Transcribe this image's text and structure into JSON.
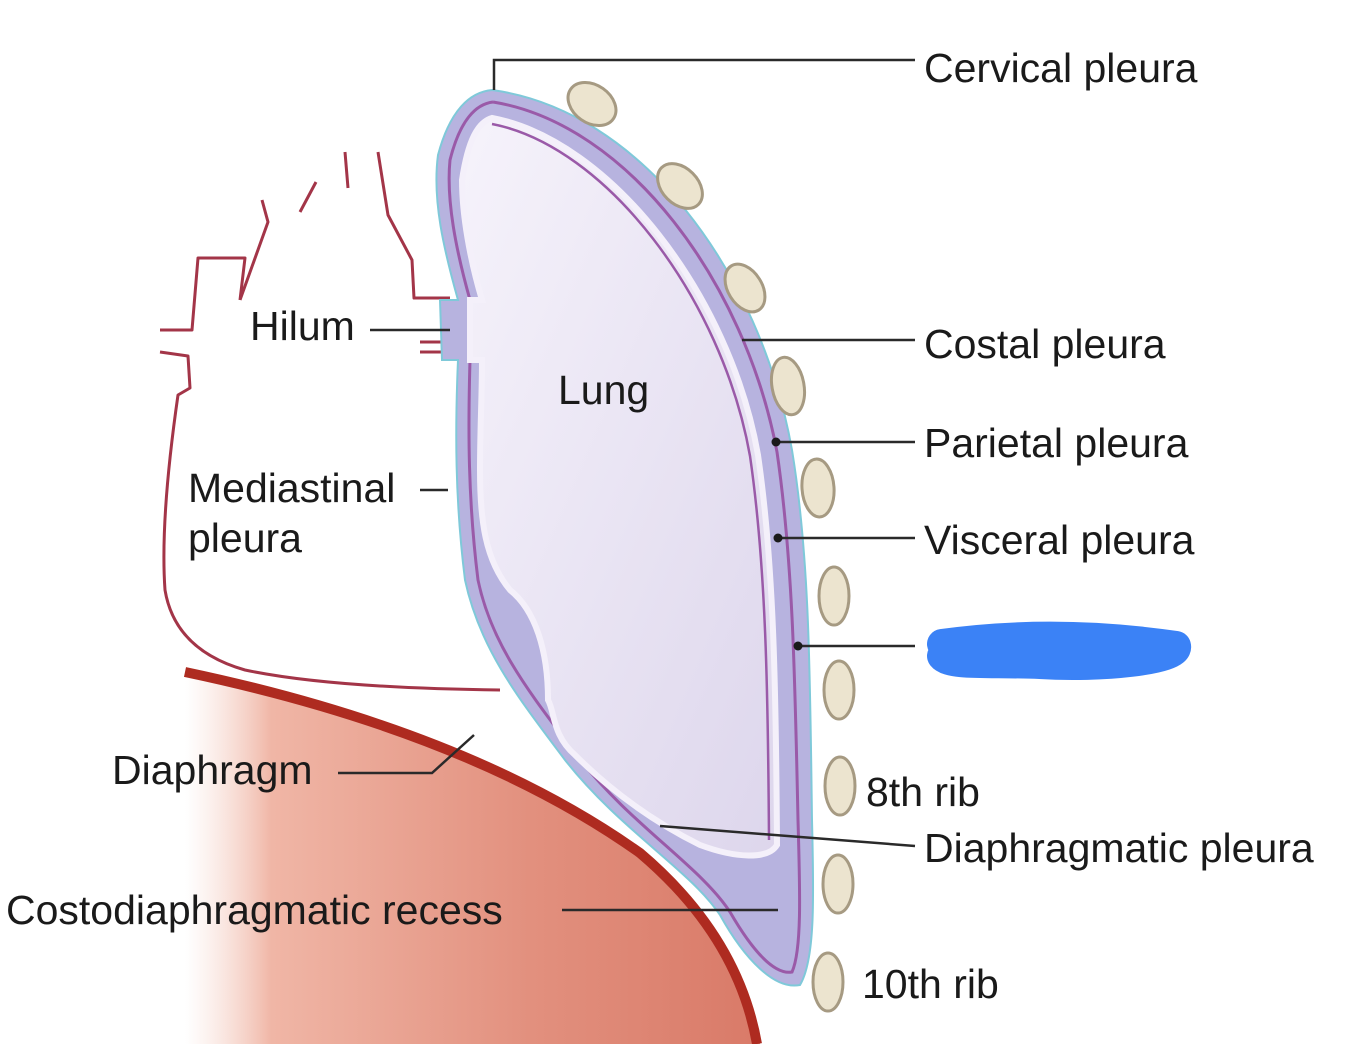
{
  "colors": {
    "pleura_fill": "#b7b3df",
    "pleura_line": "#9a5aa8",
    "lung_fill": "#e6e1f1",
    "mediastinum_line": "#a33548",
    "diaphragm_fill": "#e2907e",
    "diaphragm_rim": "#ae2b20",
    "rib_fill": "#ece4cf",
    "rib_stroke": "#a69a82",
    "leader": "#2a2a2a",
    "redaction": "#3b82f6"
  },
  "labels": {
    "cervical_pleura": "Cervical pleura",
    "costal_pleura": "Costal pleura",
    "parietal_pleura": "Parietal pleura",
    "visceral_pleura": "Visceral pleura",
    "hilum": "Hilum",
    "lung": "Lung",
    "mediastinal_pleura_line1": "Mediastinal",
    "mediastinal_pleura_line2": "pleura",
    "diaphragm": "Diaphragm",
    "rib_8": "8th rib",
    "diaphragmatic_pleura": "Diaphragmatic pleura",
    "costodiaphragmatic_recess": "Costodiaphragmatic recess",
    "rib_10": "10th rib"
  }
}
